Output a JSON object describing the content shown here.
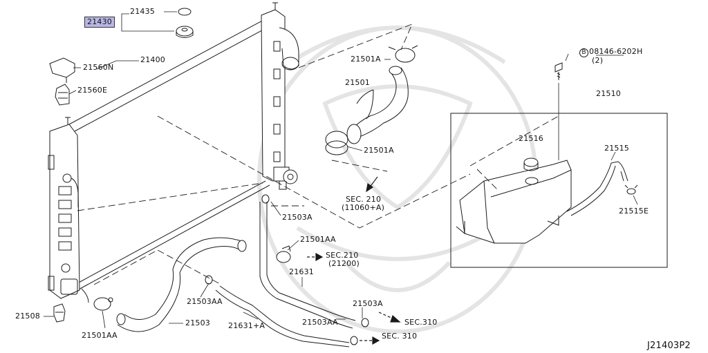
{
  "labels": {
    "p21430": "21430",
    "p21435": "21435",
    "p21400": "21400",
    "p21560n": "21560N",
    "p21560e": "21560E",
    "p21508": "21508",
    "p21501aa_bottom": "21501AA",
    "p21503": "21503",
    "p21503aa_left": "21503AA",
    "p21501aa_mid": "21501AA",
    "p21631": "21631",
    "p21631a": "21631+A",
    "p21503aa_right": "21503AA",
    "p21503a_bottom": "21503A",
    "p21503a_mid": "21503A",
    "p21501a_top": "21501A",
    "p21501": "21501",
    "p21501a_lower": "21501A",
    "p21510": "21510",
    "p21516": "21516",
    "p21515": "21515",
    "p21515e": "21515E",
    "bolt_circle": "B",
    "bolt_num": "08146-6202H",
    "bolt_qty": "(2)",
    "sec210_a": "SEC. 210",
    "sec210_a_sub": "(11060+A)",
    "sec210_b": "SEC.210",
    "sec210_b_sub": "(21200)",
    "sec310_a": "SEC.310",
    "sec310_b": "SEC. 310",
    "diagram_code": "J21403P2"
  },
  "colors": {
    "line": "#1a1a1a",
    "highlight": "#b9b7e6",
    "watermark": "#e6e6e6"
  }
}
